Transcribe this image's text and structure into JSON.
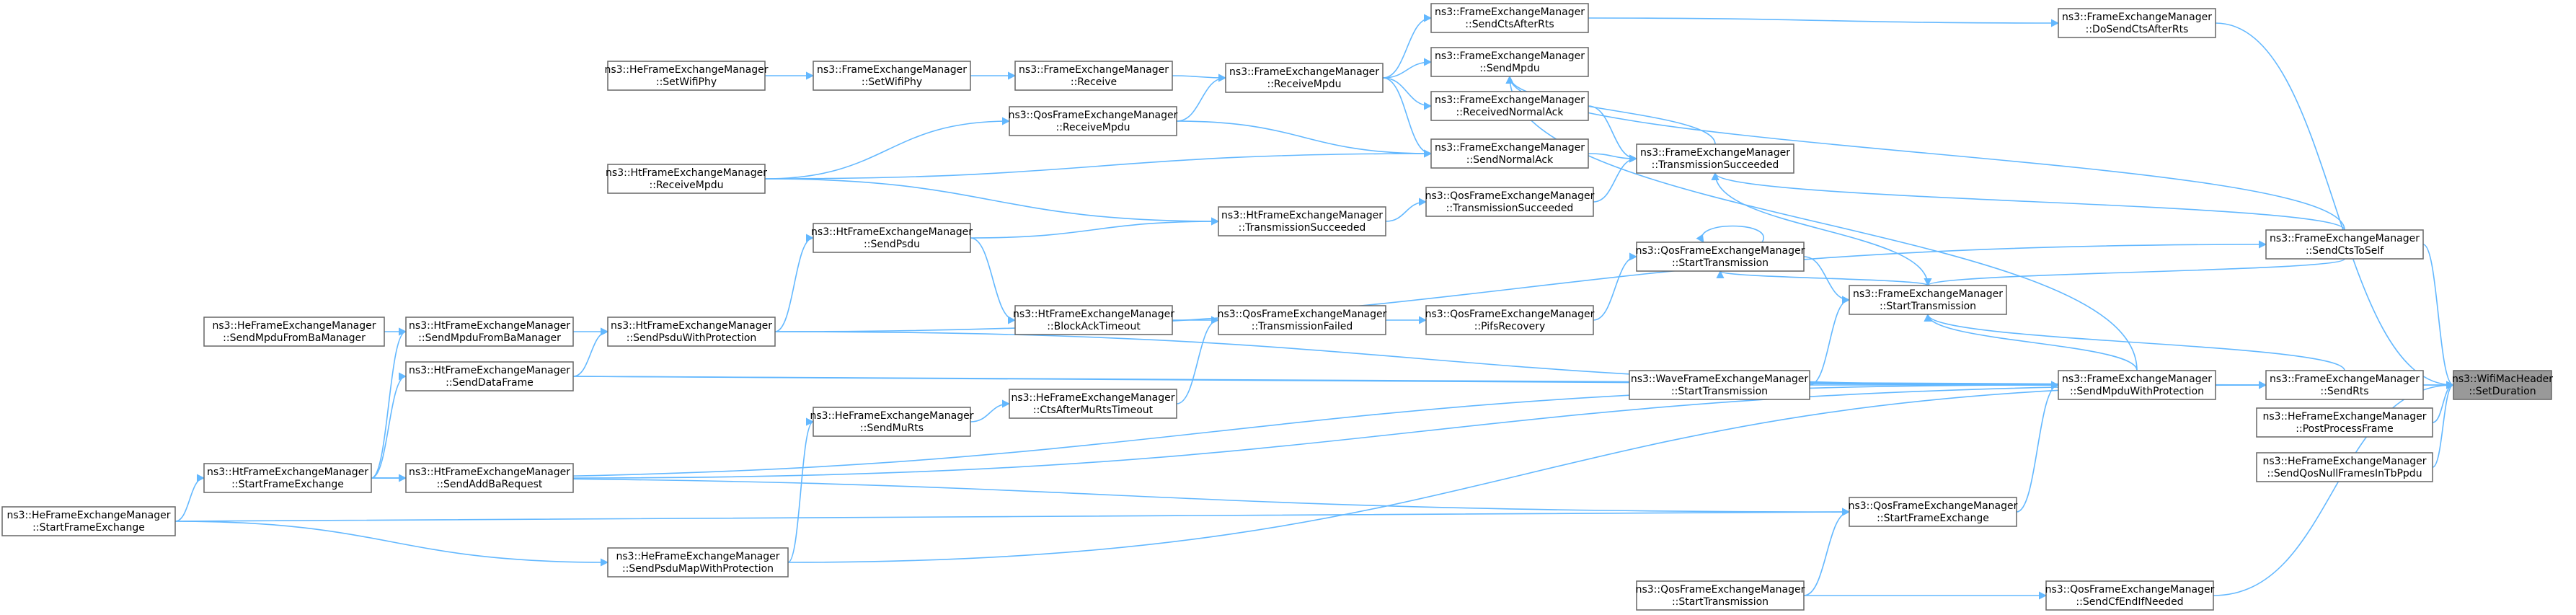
{
  "graph": {
    "nodes": [
      {
        "id": "target",
        "line1": "ns3::WifiMacHeader",
        "line2": "::SetDuration",
        "highlight": true
      },
      {
        "id": "doSendCtsAfterRts",
        "line1": "ns3::FrameExchangeManager",
        "line2": "::DoSendCtsAfterRts"
      },
      {
        "id": "sendCtsToSelf",
        "line1": "ns3::FrameExchangeManager",
        "line2": "::SendCtsToSelf"
      },
      {
        "id": "sendMpduWithProtection",
        "line1": "ns3::FrameExchangeManager",
        "line2": "::SendMpduWithProtection"
      },
      {
        "id": "sendRts",
        "line1": "ns3::FrameExchangeManager",
        "line2": "::SendRts"
      },
      {
        "id": "hePostProcessFrame",
        "line1": "ns3::HeFrameExchangeManager",
        "line2": "::PostProcessFrame"
      },
      {
        "id": "heSendQosNull",
        "line1": "ns3::HeFrameExchangeManager",
        "line2": "::SendQosNullFramesInTbPpdu"
      },
      {
        "id": "sendCtsAfterRts",
        "line1": "ns3::FrameExchangeManager",
        "line2": "::SendCtsAfterRts"
      },
      {
        "id": "sendMpdu",
        "line1": "ns3::FrameExchangeManager",
        "line2": "::SendMpdu"
      },
      {
        "id": "receivedNormalAck",
        "line1": "ns3::FrameExchangeManager",
        "line2": "::ReceivedNormalAck"
      },
      {
        "id": "sendNormalAck",
        "line1": "ns3::FrameExchangeManager",
        "line2": "::SendNormalAck"
      },
      {
        "id": "transmissionSucceeded",
        "line1": "ns3::FrameExchangeManager",
        "line2": "::TransmissionSucceeded"
      },
      {
        "id": "qosTransmissionSucceeded",
        "line1": "ns3::QosFrameExchangeManager",
        "line2": "::TransmissionSucceeded"
      },
      {
        "id": "qosStartTransmission1",
        "line1": "ns3::QosFrameExchangeManager",
        "line2": "::StartTransmission"
      },
      {
        "id": "fmStartTransmission",
        "line1": "ns3::FrameExchangeManager",
        "line2": "::StartTransmission"
      },
      {
        "id": "pifsRecovery",
        "line1": "ns3::QosFrameExchangeManager",
        "line2": "::PifsRecovery"
      },
      {
        "id": "waveStartTransmission",
        "line1": "ns3::WaveFrameExchangeManager",
        "line2": "::StartTransmission"
      },
      {
        "id": "qosStartFrameExchange",
        "line1": "ns3::QosFrameExchangeManager",
        "line2": "::StartFrameExchange"
      },
      {
        "id": "qosStartTransmission2",
        "line1": "ns3::QosFrameExchangeManager",
        "line2": "::StartTransmission"
      },
      {
        "id": "qosSendCfEndIfNeeded",
        "line1": "ns3::QosFrameExchangeManager",
        "line2": "::SendCfEndIfNeeded"
      },
      {
        "id": "receiveMpdu",
        "line1": "ns3::FrameExchangeManager",
        "line2": "::ReceiveMpdu"
      },
      {
        "id": "receive",
        "line1": "ns3::FrameExchangeManager",
        "line2": "::Receive"
      },
      {
        "id": "qosReceiveMpdu",
        "line1": "ns3::QosFrameExchangeManager",
        "line2": "::ReceiveMpdu"
      },
      {
        "id": "setWifiPhy",
        "line1": "ns3::FrameExchangeManager",
        "line2": "::SetWifiPhy"
      },
      {
        "id": "heSetWifiPhy",
        "line1": "ns3::HeFrameExchangeManager",
        "line2": "::SetWifiPhy"
      },
      {
        "id": "htReceiveMpdu",
        "line1": "ns3::HtFrameExchangeManager",
        "line2": "::ReceiveMpdu"
      },
      {
        "id": "htTransmissionSucceeded",
        "line1": "ns3::HtFrameExchangeManager",
        "line2": "::TransmissionSucceeded"
      },
      {
        "id": "qosTransmissionFailed",
        "line1": "ns3::QosFrameExchangeManager",
        "line2": "::TransmissionFailed"
      },
      {
        "id": "htBlockAckTimeout",
        "line1": "ns3::HtFrameExchangeManager",
        "line2": "::BlockAckTimeout"
      },
      {
        "id": "heCtsAfterMuRtsTimeout",
        "line1": "ns3::HeFrameExchangeManager",
        "line2": "::CtsAfterMuRtsTimeout"
      },
      {
        "id": "heSendMuRts",
        "line1": "ns3::HeFrameExchangeManager",
        "line2": "::SendMuRts"
      },
      {
        "id": "htSendPsdu",
        "line1": "ns3::HtFrameExchangeManager",
        "line2": "::SendPsdu"
      },
      {
        "id": "htSendPsduWithProtection",
        "line1": "ns3::HtFrameExchangeManager",
        "line2": "::SendPsduWithProtection"
      },
      {
        "id": "heSendPsduMapWithProtection",
        "line1": "ns3::HeFrameExchangeManager",
        "line2": "::SendPsduMapWithProtection"
      },
      {
        "id": "htSendMpduFromBaManager",
        "line1": "ns3::HtFrameExchangeManager",
        "line2": "::SendMpduFromBaManager"
      },
      {
        "id": "htSendDataFrame",
        "line1": "ns3::HtFrameExchangeManager",
        "line2": "::SendDataFrame"
      },
      {
        "id": "htSendAddBaRequest",
        "line1": "ns3::HtFrameExchangeManager",
        "line2": "::SendAddBaRequest"
      },
      {
        "id": "heSendMpduFromBaManager",
        "line1": "ns3::HeFrameExchangeManager",
        "line2": "::SendMpduFromBaManager"
      },
      {
        "id": "htStartFrameExchange",
        "line1": "ns3::HtFrameExchangeManager",
        "line2": "::StartFrameExchange"
      },
      {
        "id": "heStartFrameExchange",
        "line1": "ns3::HeFrameExchangeManager",
        "line2": "::StartFrameExchange"
      }
    ],
    "edges": [
      [
        "doSendCtsAfterRts",
        "target"
      ],
      [
        "sendCtsToSelf",
        "target"
      ],
      [
        "sendMpduWithProtection",
        "target"
      ],
      [
        "sendRts",
        "target"
      ],
      [
        "hePostProcessFrame",
        "target"
      ],
      [
        "heSendQosNull",
        "target"
      ],
      [
        "sendCtsAfterRts",
        "doSendCtsAfterRts"
      ],
      [
        "receiveMpdu",
        "sendCtsAfterRts"
      ],
      [
        "sendCtsToSelf",
        "sendMpdu"
      ],
      [
        "sendMpduWithProtection",
        "sendMpdu"
      ],
      [
        "transmissionSucceeded",
        "sendMpdu"
      ],
      [
        "receiveMpdu",
        "sendMpdu"
      ],
      [
        "receiveMpdu",
        "receivedNormalAck"
      ],
      [
        "receiveMpdu",
        "sendNormalAck"
      ],
      [
        "qosReceiveMpdu",
        "sendNormalAck"
      ],
      [
        "htReceiveMpdu",
        "sendNormalAck"
      ],
      [
        "sendCtsToSelf",
        "transmissionSucceeded"
      ],
      [
        "fmStartTransmission",
        "transmissionSucceeded"
      ],
      [
        "receivedNormalAck",
        "transmissionSucceeded"
      ],
      [
        "sendNormalAck",
        "transmissionSucceeded"
      ],
      [
        "qosTransmissionSucceeded",
        "transmissionSucceeded"
      ],
      [
        "htTransmissionSucceeded",
        "qosTransmissionSucceeded"
      ],
      [
        "fmStartTransmission",
        "qosStartTransmission1"
      ],
      [
        "qosStartTransmission1",
        "qosStartTransmission1"
      ],
      [
        "sendMpduWithProtection",
        "fmStartTransmission"
      ],
      [
        "sendCtsToSelf",
        "fmStartTransmission"
      ],
      [
        "sendRts",
        "fmStartTransmission"
      ],
      [
        "qosStartTransmission1",
        "fmStartTransmission"
      ],
      [
        "waveStartTransmission",
        "fmStartTransmission"
      ],
      [
        "pifsRecovery",
        "qosStartTransmission1"
      ],
      [
        "qosTransmissionFailed",
        "pifsRecovery"
      ],
      [
        "waveStartTransmission",
        "sendMpduWithProtection"
      ],
      [
        "htSendDataFrame",
        "sendMpduWithProtection"
      ],
      [
        "qosStartFrameExchange",
        "sendMpduWithProtection"
      ],
      [
        "htStartFrameExchange",
        "sendMpduWithProtection"
      ],
      [
        "htSendPsduWithProtection",
        "sendMpduWithProtection"
      ],
      [
        "qosStartTransmission2",
        "qosStartFrameExchange"
      ],
      [
        "htStartFrameExchange",
        "qosStartFrameExchange"
      ],
      [
        "heStartFrameExchange",
        "qosStartFrameExchange"
      ],
      [
        "qosSendCfEndIfNeeded",
        "target"
      ],
      [
        "qosStartTransmission2",
        "qosSendCfEndIfNeeded"
      ],
      [
        "receive",
        "receiveMpdu"
      ],
      [
        "qosReceiveMpdu",
        "receiveMpdu"
      ],
      [
        "setWifiPhy",
        "receive"
      ],
      [
        "heSetWifiPhy",
        "setWifiPhy"
      ],
      [
        "htReceiveMpdu",
        "qosReceiveMpdu"
      ],
      [
        "htSendPsdu",
        "htTransmissionSucceeded"
      ],
      [
        "htReceiveMpdu",
        "htTransmissionSucceeded"
      ],
      [
        "htBlockAckTimeout",
        "qosTransmissionFailed"
      ],
      [
        "heCtsAfterMuRtsTimeout",
        "qosTransmissionFailed"
      ],
      [
        "htSendPsdu",
        "htBlockAckTimeout"
      ],
      [
        "heSendMuRts",
        "heCtsAfterMuRtsTimeout"
      ],
      [
        "heSendPsduMapWithProtection",
        "heSendMuRts"
      ],
      [
        "htSendPsduWithProtection",
        "htSendPsdu"
      ],
      [
        "htSendPsduWithProtection",
        "sendCtsToSelf"
      ],
      [
        "htSendMpduFromBaManager",
        "htSendPsduWithProtection"
      ],
      [
        "htSendDataFrame",
        "htSendPsduWithProtection"
      ],
      [
        "htStartFrameExchange",
        "htSendMpduFromBaManager"
      ],
      [
        "heSendMpduFromBaManager",
        "htSendMpduFromBaManager"
      ],
      [
        "htStartFrameExchange",
        "htSendDataFrame"
      ],
      [
        "htStartFrameExchange",
        "htSendAddBaRequest"
      ],
      [
        "htSendAddBaRequest",
        "sendRts"
      ],
      [
        "heStartFrameExchange",
        "htStartFrameExchange"
      ],
      [
        "heStartFrameExchange",
        "heSendPsduMapWithProtection"
      ],
      [
        "heSendPsduMapWithProtection",
        "sendRts"
      ],
      [
        "htSendDataFrame",
        "sendRts"
      ]
    ]
  }
}
